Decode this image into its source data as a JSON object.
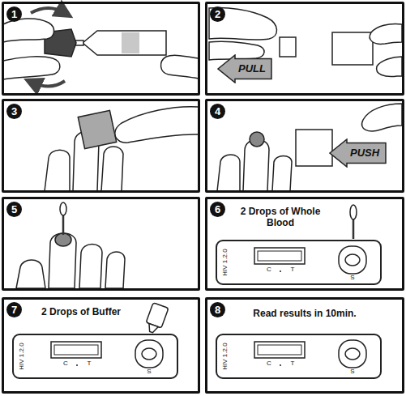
{
  "diagram": {
    "nodes": [
      {
        "text": [
          "1"
        ]
      },
      {
        "text": [
          "2"
        ]
      },
      {
        "text": [
          "PULL"
        ],
        "in": 1
      },
      {
        "text": [
          "3"
        ]
      },
      {
        "text": [
          "4"
        ]
      },
      {
        "text": [
          "PUSH"
        ],
        "in": 4
      },
      {
        "text": [
          "5"
        ]
      },
      {
        "text": [
          "6",
          "2 Drops of Whole Blood"
        ]
      },
      {
        "text": [
          "HIV 1.2.0",
          "C",
          "T",
          "S"
        ],
        "in": 7
      },
      {
        "text": [
          "7",
          "2 Drops of Buffer"
        ]
      },
      {
        "text": [
          "HIV 1.2.0",
          "C",
          "T",
          "S"
        ],
        "in": 9
      },
      {
        "text": [
          "8",
          "Read results in 10min."
        ]
      },
      {
        "text": [
          "HIV 1.2.0",
          "C",
          "T",
          "S"
        ],
        "in": 11
      }
    ]
  }
}
